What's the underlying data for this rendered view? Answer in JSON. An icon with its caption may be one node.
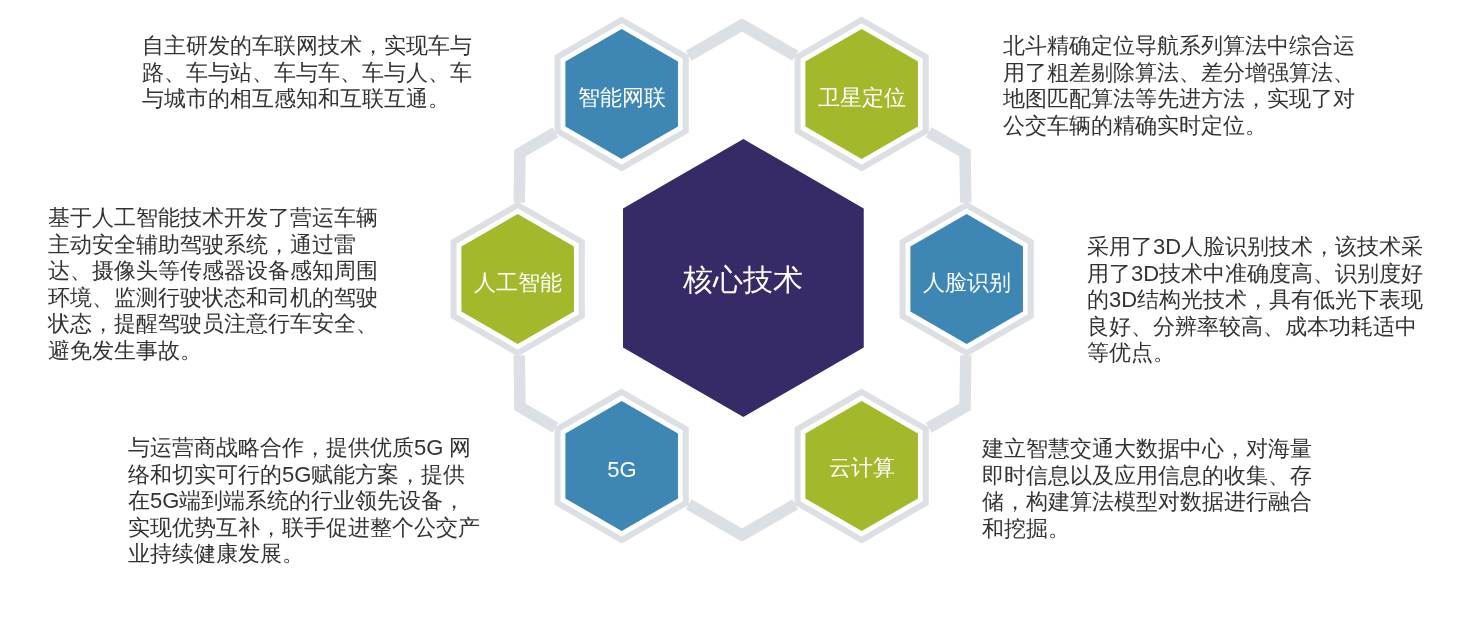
{
  "diagram": {
    "nodes": [
      {
        "text": [
          "智能网联"
        ],
        "beside": [
          "自主研发的车联网技术，实现车与路、车与站、车与车、车与人、车与城市的相互感知和互联互通。"
        ]
      },
      {
        "text": [
          "卫星定位"
        ],
        "beside": [
          "北斗精确定位导航系列算法中综合运用了粗差剔除算法、差分增强算法、地图匹配算法等先进方法，实现了对公交车辆的精确实时定位。"
        ]
      },
      {
        "text": [
          "人工智能"
        ],
        "beside": [
          "基于人工智能技术开发了营运车辆主动安全辅助驾驶系统，通过雷达、摄像头等传感器设备感知周围环境、监测行驶状态和司机的驾驶状态，提醒驾驶员注意行车安全、避免发生事故。"
        ]
      },
      {
        "text": [
          "核心技术"
        ]
      },
      {
        "text": [
          "人脸识别"
        ],
        "beside": [
          "采用了3D人脸识别技术，该技术采用了3D技术中准确度高、识别度好的3D结构光技术，具有低光下表现良好、分辨率较高、成本功耗适中等优点。"
        ]
      },
      {
        "text": [
          "5G"
        ],
        "beside": [
          "与运营商战略合作，提供优质5G 网络和切实可行的5G赋能方案，提供在5G端到端系统的行业领先设备，实现优势互补，联手促进整个公交产业持续健康发展。"
        ]
      },
      {
        "text": [
          "云计算"
        ],
        "beside": [
          "建立智慧交通大数据中心，对海量即时信息以及应用信息的收集、存储，构建算法模型对数据进行融合和挖掘。"
        ]
      }
    ],
    "edges": [
      {
        "from": 0,
        "to": 1,
        "arrow": "none"
      },
      {
        "from": 1,
        "to": 4,
        "arrow": "none"
      },
      {
        "from": 4,
        "to": 6,
        "arrow": "none"
      },
      {
        "from": 6,
        "to": 5,
        "arrow": "none"
      },
      {
        "from": 5,
        "to": 2,
        "arrow": "none"
      },
      {
        "from": 2,
        "to": 0,
        "arrow": "none"
      }
    ]
  }
}
